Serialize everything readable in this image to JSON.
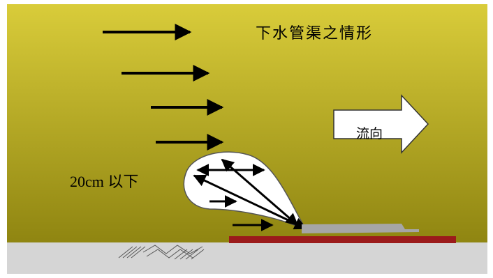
{
  "diagram": {
    "title": "下水管渠之情形",
    "flow_direction_label": "流向",
    "depth_label": "20cm 以下"
  },
  "colors": {
    "background_top": "#d9cc3a",
    "background_bottom": "#8f8511",
    "ground": "#d5d5d5",
    "pipe_bed": "#9b1b1b",
    "deposit": "#a6a6a6",
    "arrow_outline": "#333333",
    "text": "#000000"
  },
  "icons": {
    "flow_arrow": "right-arrow-icon",
    "velocity_arrows": "right-arrow-icon"
  }
}
